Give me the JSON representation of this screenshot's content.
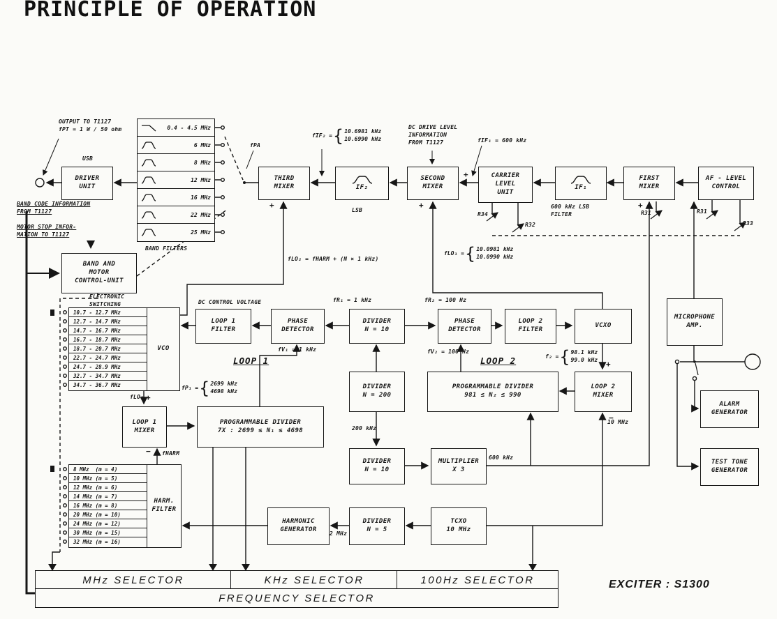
{
  "title": "PRINCIPLE OF OPERATION",
  "blocks": {
    "driver_unit": "DRIVER\nUNIT",
    "third_mixer": "THIRD\nMIXER",
    "if2": "IF₂",
    "second_mixer": "SECOND\nMIXER",
    "carrier_level_unit": "CARRIER\nLEVEL\nUNIT",
    "if1": "IF₁",
    "first_mixer": "FIRST\nMIXER",
    "af_level_control": "AF - LEVEL\nCONTROL",
    "band_motor_unit": "BAND AND\nMOTOR\nCONTROL-UNIT",
    "vco": "VCO",
    "loop1_filter": "LOOP 1\nFILTER",
    "phase_detector_1": "PHASE\nDETECTOR",
    "divider_n10_a": "DIVIDER\nN = 10",
    "phase_detector_2": "PHASE\nDETECTOR",
    "loop2_filter": "LOOP 2\nFILTER",
    "vcxo": "VCXO",
    "microphone_amp": "MICROPHONE\nAMP.",
    "divider_n200": "DIVIDER\nN = 200",
    "prog_divider_2": "PROGRAMMABLE DIVIDER\n981 ≤ N₂ ≤ 990",
    "loop2_mixer": "LOOP 2\nMIXER",
    "alarm_generator": "ALARM\nGENERATOR",
    "loop1_mixer": "LOOP 1\nMIXER",
    "prog_divider_1": "PROGRAMMABLE DIVIDER\n7X : 2699 ≤ N₁ ≤ 4698",
    "harm_filter": "HARM.\nFILTER",
    "divider_n10_b": "DIVIDER\nN = 10",
    "multiplier_x3": "MULTIPLIER\nX 3",
    "harmonic_generator": "HARMONIC\nGENERATOR",
    "divider_n5": "DIVIDER\nN = 5",
    "tcxo": "TCXO\n10 MHz",
    "test_tone_generator": "TEST TONE\nGENERATOR"
  },
  "band_filters": {
    "caption": "BAND FILTERS",
    "items": [
      "0.4 - 4.5 MHz",
      "6 MHz",
      "8 MHz",
      "12 MHz",
      "16 MHz",
      "22 MHz",
      "25 MHz"
    ]
  },
  "vco_ranges": [
    "10.7 - 12.7 MHz",
    "12.7 - 14.7 MHz",
    "14.7 - 16.7 MHz",
    "16.7 - 18.7 MHz",
    "18.7 - 20.7 MHz",
    "22.7 - 24.7 MHz",
    "24.7 - 28.9 MHz",
    "32.7 - 34.7 MHz",
    "34.7 - 36.7 MHz"
  ],
  "harm_ranges": [
    "8 MHz  (m = 4)",
    "10 MHz (m = 5)",
    "12 MHz (m = 6)",
    "14 MHz (m = 7)",
    "16 MHz (m = 8)",
    "20 MHz (m = 10)",
    "24 MHz (m = 12)",
    "30 MHz (m = 15)",
    "32 MHz (m = 16)"
  ],
  "annotations": {
    "output_note": "OUTPUT TO T1127\nfPT = 1 W / 50 ohm",
    "usb": "USB",
    "band_code_note": "BAND CODE INFORMATION\nFROM T1127",
    "motor_stop_note": "MOTOR STOP INFOR-\nMATION TO T1127",
    "electronic_switching": "ELECTRONIC\nSWITCHING",
    "fpa": "fPA",
    "dc_drive_note": "DC DRIVE LEVEL\nINFORMATION\nFROM T1127",
    "fif1": "fIF₁ = 600 kHz",
    "lsb": "LSB",
    "if1_filter_note": "600 kHz LSB\nFILTER",
    "flo2_eq": "fLO₂ = fHARM + (N × 1 kHz)",
    "dc_control": "DC CONTROL VOLTAGE",
    "fr1": "fR₁ = 1 kHz",
    "fr2": "fR₂ = 100 Hz",
    "fv1": "fV₁ = 1 kHz",
    "fv2": "fV₂ = 100 Hz",
    "loop1": "LOOP 1",
    "loop2": "LOOP 2",
    "f10mhz": "10 MHz",
    "flo2": "fLO₂",
    "fharm": "fHARM",
    "f200khz": "200 kHz",
    "f600khz": "600 kHz",
    "f2mhz": "2 MHz",
    "r34": "R34",
    "r32": "R32",
    "r31a": "R31",
    "r31b": "R31",
    "r33": "R33",
    "plus": "+",
    "minus": "−"
  },
  "braced": {
    "fif2": {
      "prefix": "fIF₂ =",
      "lines": "10.6981 kHz\n10.6990 kHz"
    },
    "flo1": {
      "prefix": "fLO₁ =",
      "lines": "10.0981 kHz\n10.0990 kHz"
    },
    "f2": {
      "prefix": "f₂ =",
      "lines": "98.1 kHz\n99.0 kHz"
    },
    "fp1": {
      "prefix": "fP₁ =",
      "lines": "2699 kHz\n4698 kHz"
    }
  },
  "selectors": {
    "mhz": "MHz SELECTOR",
    "khz": "KHz SELECTOR",
    "hz100": "100Hz SELECTOR",
    "frequency": "FREQUENCY SELECTOR"
  },
  "footer": {
    "exciter": "EXCITER : S1300"
  }
}
